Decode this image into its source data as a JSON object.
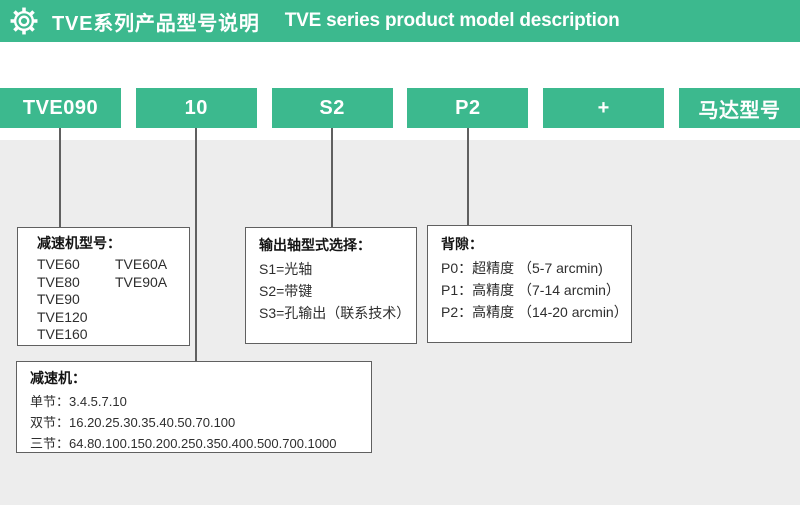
{
  "header": {
    "icon": "gear-icon",
    "title_zh": "TVE系列产品型号说明",
    "title_en": "TVE series product model description"
  },
  "model_code": {
    "segments": [
      "TVE090",
      "10",
      "S2",
      "P2",
      "+",
      "马达型号"
    ]
  },
  "boxes": {
    "gear_model": {
      "title": "减速机型号：",
      "col1": [
        "TVE60",
        "TVE80",
        "TVE90",
        "TVE120",
        "TVE160"
      ],
      "col2": [
        "TVE60A",
        "TVE90A"
      ]
    },
    "output_shaft": {
      "title": "输出轴型式选择：",
      "items": [
        "S1=光轴",
        "S2=带键",
        "S3=孔输出（联系技术）"
      ]
    },
    "backlash": {
      "title": "背隙：",
      "items": [
        "P0：超精度 （5-7 arcmin)",
        "P1：高精度 （7-14 arcmin）",
        "P2：高精度 （14-20 arcmin）"
      ]
    },
    "ratio": {
      "title": "减速机：",
      "items": [
        "单节：3.4.5.7.10",
        "双节：16.20.25.30.35.40.50.70.100",
        "三节：64.80.100.150.200.250.350.400.500.700.1000"
      ]
    }
  },
  "colors": {
    "green": "#3cb98e",
    "bg_gray": "#ededed",
    "line": "#606060"
  }
}
